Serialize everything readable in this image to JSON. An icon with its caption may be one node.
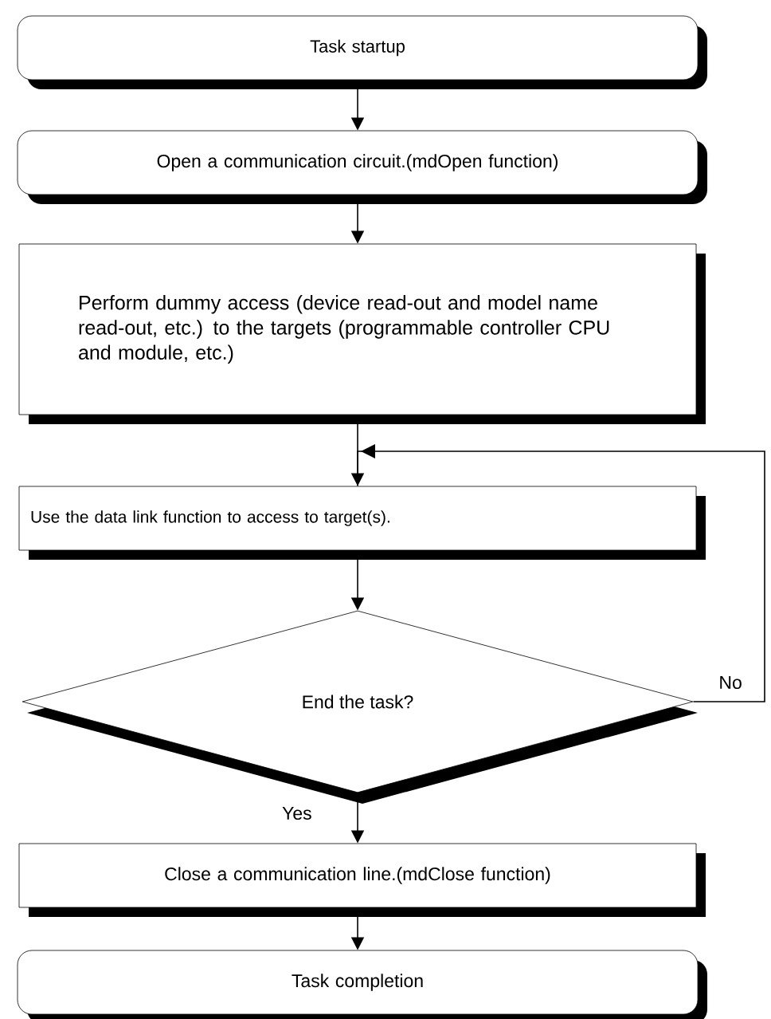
{
  "diagram": {
    "nodes": [
      {
        "text": [
          "Task startup"
        ]
      },
      {
        "text": [
          "Open a communication circuit.(mdOpen function)"
        ]
      },
      {
        "text": [
          "Perform dummy access (device read-out and model name read-out, etc.) to the targets (programmable controller CPU and module, etc.)"
        ]
      },
      {
        "text": [
          "Use the data link function to access to target(s)."
        ]
      },
      {
        "text": [
          "End the task?"
        ]
      },
      {
        "text": [
          "Close a communication line.(mdClose function)"
        ]
      },
      {
        "text": [
          "Task completion"
        ]
      }
    ],
    "edges": [
      {
        "from": 0,
        "to": 1,
        "arrow": "to"
      },
      {
        "from": 1,
        "to": 2,
        "arrow": "to"
      },
      {
        "from": 2,
        "to": 3,
        "arrow": "to"
      },
      {
        "from": 3,
        "to": 4,
        "arrow": "to"
      },
      {
        "from": 4,
        "to": 5,
        "arrow": "to",
        "label": "Yes"
      },
      {
        "from": 4,
        "to": 3,
        "arrow": "to",
        "label": "No"
      },
      {
        "from": 5,
        "to": 6,
        "arrow": "to"
      }
    ]
  }
}
